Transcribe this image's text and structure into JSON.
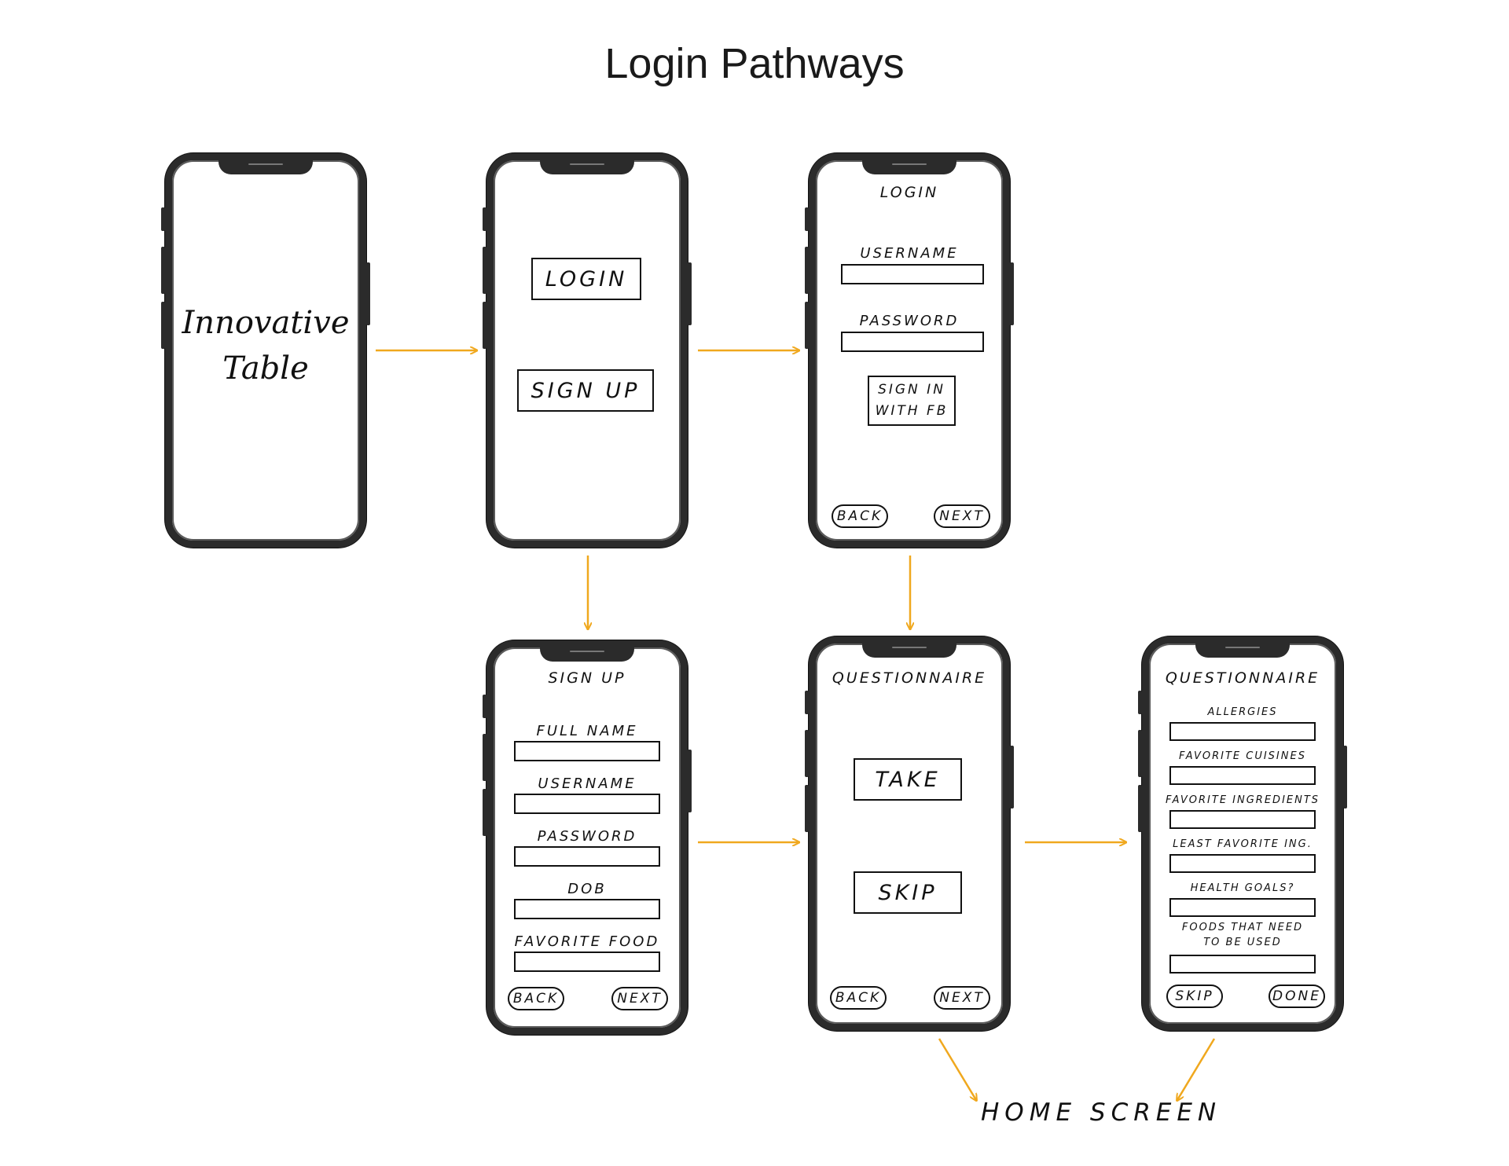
{
  "title": "Login Pathways",
  "colors": {
    "arrow": "#f0a81e",
    "phone_frame": "#2b2b2b"
  },
  "screens": {
    "splash": {
      "brand_line1": "Innovative",
      "brand_line2": "Table"
    },
    "choose": {
      "login_label": "LOGIN",
      "signup_label": "SIGN UP"
    },
    "login": {
      "title": "LOGIN",
      "username_label": "USERNAME",
      "password_label": "PASSWORD",
      "fb_line1": "SIGN IN",
      "fb_line2": "WITH FB",
      "back_label": "BACK",
      "next_label": "NEXT"
    },
    "signup": {
      "title": "SIGN UP",
      "fields": [
        "FULL NAME",
        "USERNAME",
        "PASSWORD",
        "DOB",
        "FAVORITE FOOD"
      ],
      "back_label": "BACK",
      "next_label": "NEXT"
    },
    "questionnaire_choice": {
      "title": "QUESTIONNAIRE",
      "take_label": "TAKE",
      "skip_label": "SKIP",
      "back_label": "BACK",
      "next_label": "NEXT"
    },
    "questionnaire_form": {
      "title": "QUESTIONNAIRE",
      "fields": [
        "ALLERGIES",
        "FAVORITE CUISINES",
        "FAVORITE INGREDIENTS",
        "LEAST FAVORITE ING.",
        "HEALTH GOALS?"
      ],
      "last_field_line1": "FOODS THAT NEED",
      "last_field_line2": "TO BE USED",
      "skip_label": "SKIP",
      "done_label": "DONE"
    }
  },
  "home_screen_label": "HOME SCREEN"
}
